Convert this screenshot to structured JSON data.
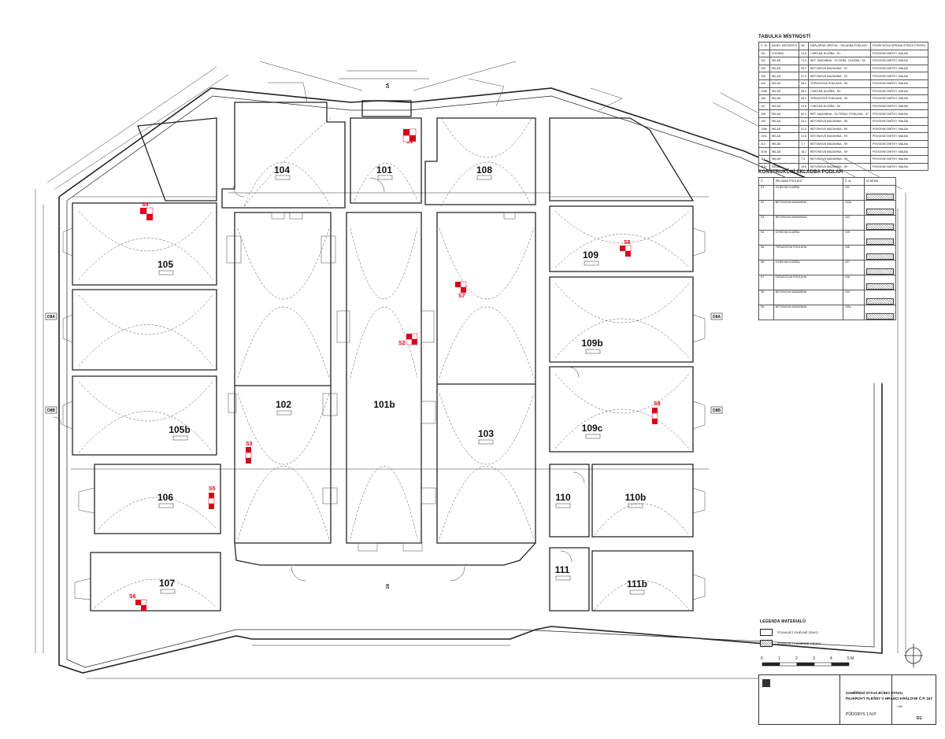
{
  "rooms": [
    {
      "id": "104"
    },
    {
      "id": "101"
    },
    {
      "id": "108"
    },
    {
      "id": "105"
    },
    {
      "id": "109"
    },
    {
      "id": "109b"
    },
    {
      "id": "105b"
    },
    {
      "id": "102"
    },
    {
      "id": "101b"
    },
    {
      "id": "103"
    },
    {
      "id": "109c"
    },
    {
      "id": "106"
    },
    {
      "id": "110"
    },
    {
      "id": "110b"
    },
    {
      "id": "107"
    },
    {
      "id": "111"
    },
    {
      "id": "111b"
    }
  ],
  "probes": [
    "S1",
    "S2",
    "S3",
    "S4",
    "S5",
    "S6",
    "S7",
    "S8",
    "S9"
  ],
  "section_marks": [
    "D8A",
    "D8A",
    "D8B",
    "D8B",
    "2A",
    "2A"
  ],
  "room_table": {
    "title": "TABULKA MÍSTNOSTÍ",
    "headers": [
      "Č. M.",
      "NÁZEV MÍSTNOSTI",
      "M2",
      "NÁŠLAPNÁ VRSTVA – SKLADBA PODLAHY",
      "POVRCHOVÁ ÚPRAVA STĚN A STROPU"
    ],
    "rows": [
      [
        "101",
        "CHODBA",
        "19,8",
        "CIHELNÁ DLAŽBA - S1",
        "POVODNÍ OMÍTKY, MALBA"
      ],
      [
        "102",
        "SKLAD",
        "71,5",
        "BET. MAZANINA - S2 CIHEL. DLAŽBA - S3",
        "POVODNÍ OMÍTKY, MALBA"
      ],
      [
        "103",
        "SKLAD",
        "55,2",
        "BETONOVÁ MAZANINA - S2",
        "POVODNÍ OMÍTKY, MALBA"
      ],
      [
        "104",
        "SKLAD",
        "47,0",
        "BETONOVÁ MAZANINA - S3",
        "POVODNÍ OMÍTKY, MALBA"
      ],
      [
        "105",
        "SKLAD",
        "28,2",
        "TERAZZOVÁ PODLAHA - S5",
        "POVODNÍ OMÍTKY, MALBA"
      ],
      [
        "105b",
        "SKLAD",
        "35,9",
        "CIHELNÁ DLAŽBA - S4",
        "POVODNÍ OMÍTKY, MALBA"
      ],
      [
        "106",
        "SKLAD",
        "28,2",
        "TERAZZOVÁ PODLAHA - S5",
        "POVODNÍ OMÍTKY, MALBA"
      ],
      [
        "107",
        "SKLAD",
        "23,8",
        "CIHELNÁ DLAŽBA - S6",
        "POVODNÍ OMÍTKY, MALBA"
      ],
      [
        "108",
        "SKLAD",
        "62,2",
        "BET. MAZANINA - S3 TERAZ. PODLAHA - S7",
        "POVODNÍ OMÍTKY, MALBA"
      ],
      [
        "109",
        "SKLAD",
        "43,4",
        "BETONOVÁ MAZANINA - S8",
        "POVODNÍ OMÍTKY, MALBA"
      ],
      [
        "109b",
        "SKLAD",
        "31,6",
        "BETONOVÁ MAZANINA - S8",
        "POVODNÍ OMÍTKY, MALBA"
      ],
      [
        "109c",
        "SKLAD",
        "31,6",
        "BETONOVÁ MAZANINA - S9",
        "POVODNÍ OMÍTKY, MALBA"
      ],
      [
        "110",
        "SKLAD",
        "7,7",
        "BETONOVÁ MAZANINA - S9",
        "POVODNÍ OMÍTKY, MALBA"
      ],
      [
        "110b",
        "SKLAD",
        "18,1",
        "BETONOVÁ MAZANINA - S9",
        "POVODNÍ OMÍTKY, MALBA"
      ],
      [
        "111",
        "SKLAD",
        "7,3",
        "BETONOVÁ MAZANINA - S9",
        "POVODNÍ OMÍTKY, MALBA"
      ],
      [
        "111b",
        "SKLAD",
        "15,6",
        "BETONOVÁ MAZANINA - S9",
        "POVODNÍ OMÍTKY, MALBA"
      ]
    ]
  },
  "floor_table": {
    "title": "KONSTRUKČNÍ SKLADBA PODLAH",
    "headers": [
      "Č.",
      "SKLADBA PODLAHY",
      "Č. M.",
      "SCHEMA"
    ],
    "rows": [
      [
        "S1",
        "CIHELNÁ DLAŽBA",
        "101"
      ],
      [
        "S2",
        "BETONOVÁ MAZANINA",
        "102a"
      ],
      [
        "S3",
        "BETONOVÁ MAZANINA",
        "102"
      ],
      [
        "S4",
        "CIHELNÁ DLAŽBA",
        "105"
      ],
      [
        "S5",
        "TERAZZOVÁ PODLAHA",
        "106"
      ],
      [
        "S6",
        "CIHELNÁ DLAŽBA",
        "107"
      ],
      [
        "S7",
        "TERAZZOVÁ PODLAHA",
        "108"
      ],
      [
        "S8",
        "BETONOVÁ MAZANINA",
        "109"
      ],
      [
        "S9",
        "BETONOVÁ MAZANINA",
        "109c"
      ]
    ]
  },
  "legend": {
    "title": "LEGENDA MATERIÁLŮ",
    "items": [
      "STÁVAJÍCÍ CIHELNÉ ZDIVO",
      "STÁVAJÍCÍ KAMENNÉ PRVKY"
    ]
  },
  "scale_labels": [
    "0",
    "1",
    "2",
    "3",
    "4",
    "5 M"
  ],
  "title_block": {
    "project": "ZAMĚŘENÍ STÁVAJÍCÍHO STAVU",
    "building": "PAJKROVÝ FLEŠNY V HRADCI KRÁLOVÉ Č.P. 167",
    "drawing": "PŮDORYS 1.N.P.",
    "sheet": "D1",
    "scale": "1:50"
  },
  "colors": {
    "line": "#222222",
    "probe": "#d9001b",
    "paper": "#ffffff"
  }
}
